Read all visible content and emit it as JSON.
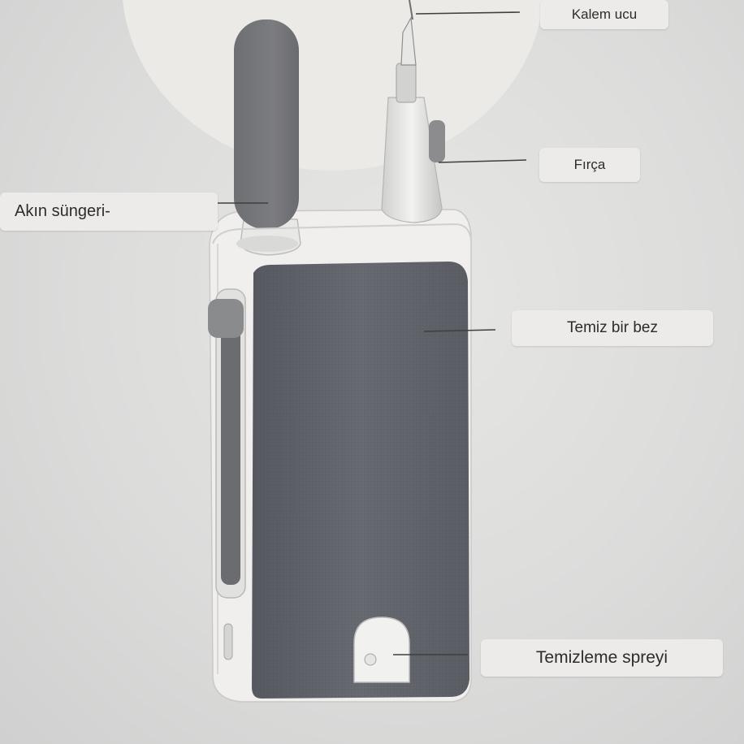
{
  "labels": {
    "kalem_ucu": "Kalem ucu",
    "firca": "Fırça",
    "akin_sungeri": "Akın süngeri-",
    "temiz_bir_bez": "Temiz bir bez",
    "temizleme_spreyi": "Temizleme spreyi"
  },
  "colors": {
    "background": "#dcdcdb",
    "device_body": "#5f6369",
    "device_shell": "#f0efed",
    "label_bg": "#ecebe9"
  }
}
